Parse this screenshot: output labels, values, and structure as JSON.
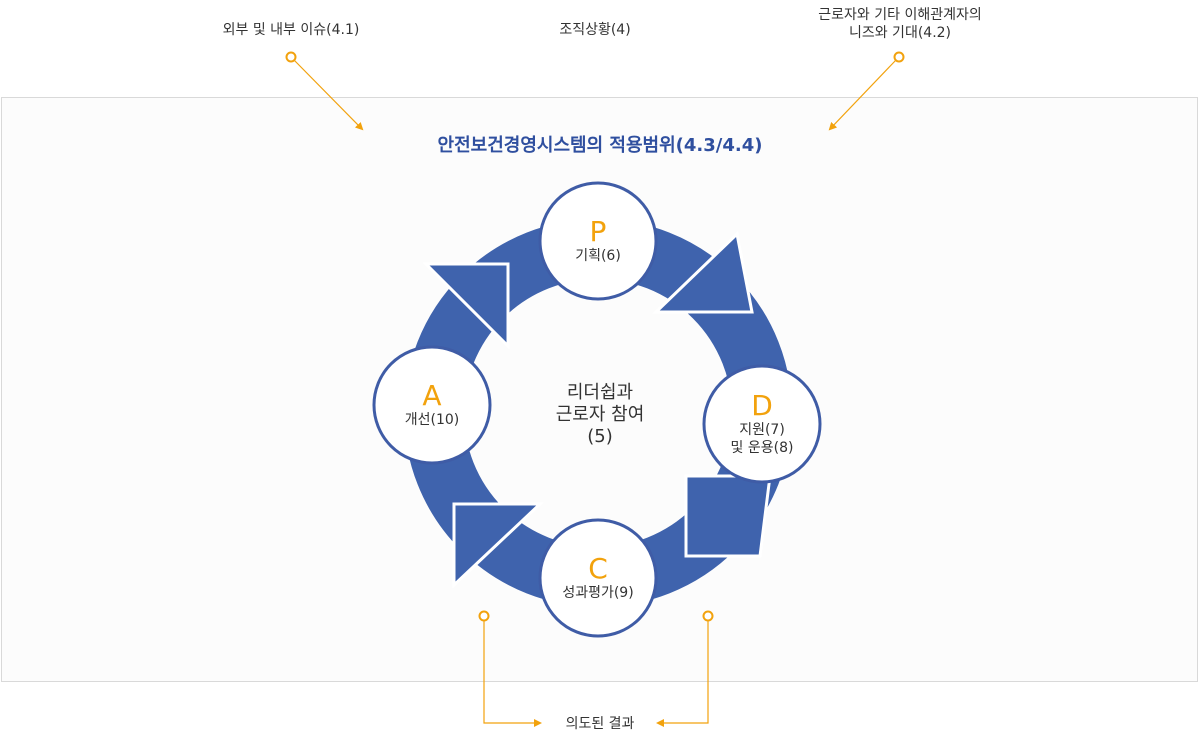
{
  "inputs": {
    "external_internal_issues": "외부 및 내부 이슈(4.1)",
    "organization_context": "조직상황(4)",
    "needs_line1": "근로자와 기타 이해관계자의",
    "needs_line2": "니즈와 기대(4.2)"
  },
  "scope_title": "안전보건경영시스템의 적용범위(4.3/4.4)",
  "cycle": {
    "plan": {
      "letter": "P",
      "label": "기획(6)"
    },
    "do": {
      "letter": "D",
      "label_line1": "지원(7)",
      "label_line2": "및 운용(8)"
    },
    "check": {
      "letter": "C",
      "label": "성과평가(9)"
    },
    "act": {
      "letter": "A",
      "label": "개선(10)"
    }
  },
  "center": {
    "line1": "리더쉽과",
    "line2": "근로자 참여",
    "line3": "(5)"
  },
  "outcome": "의도된 결과",
  "colors": {
    "ring": "#3f63ad",
    "circle_border": "#3f5ca6",
    "accent": "#f2a20d",
    "title": "#2f4f9f"
  }
}
